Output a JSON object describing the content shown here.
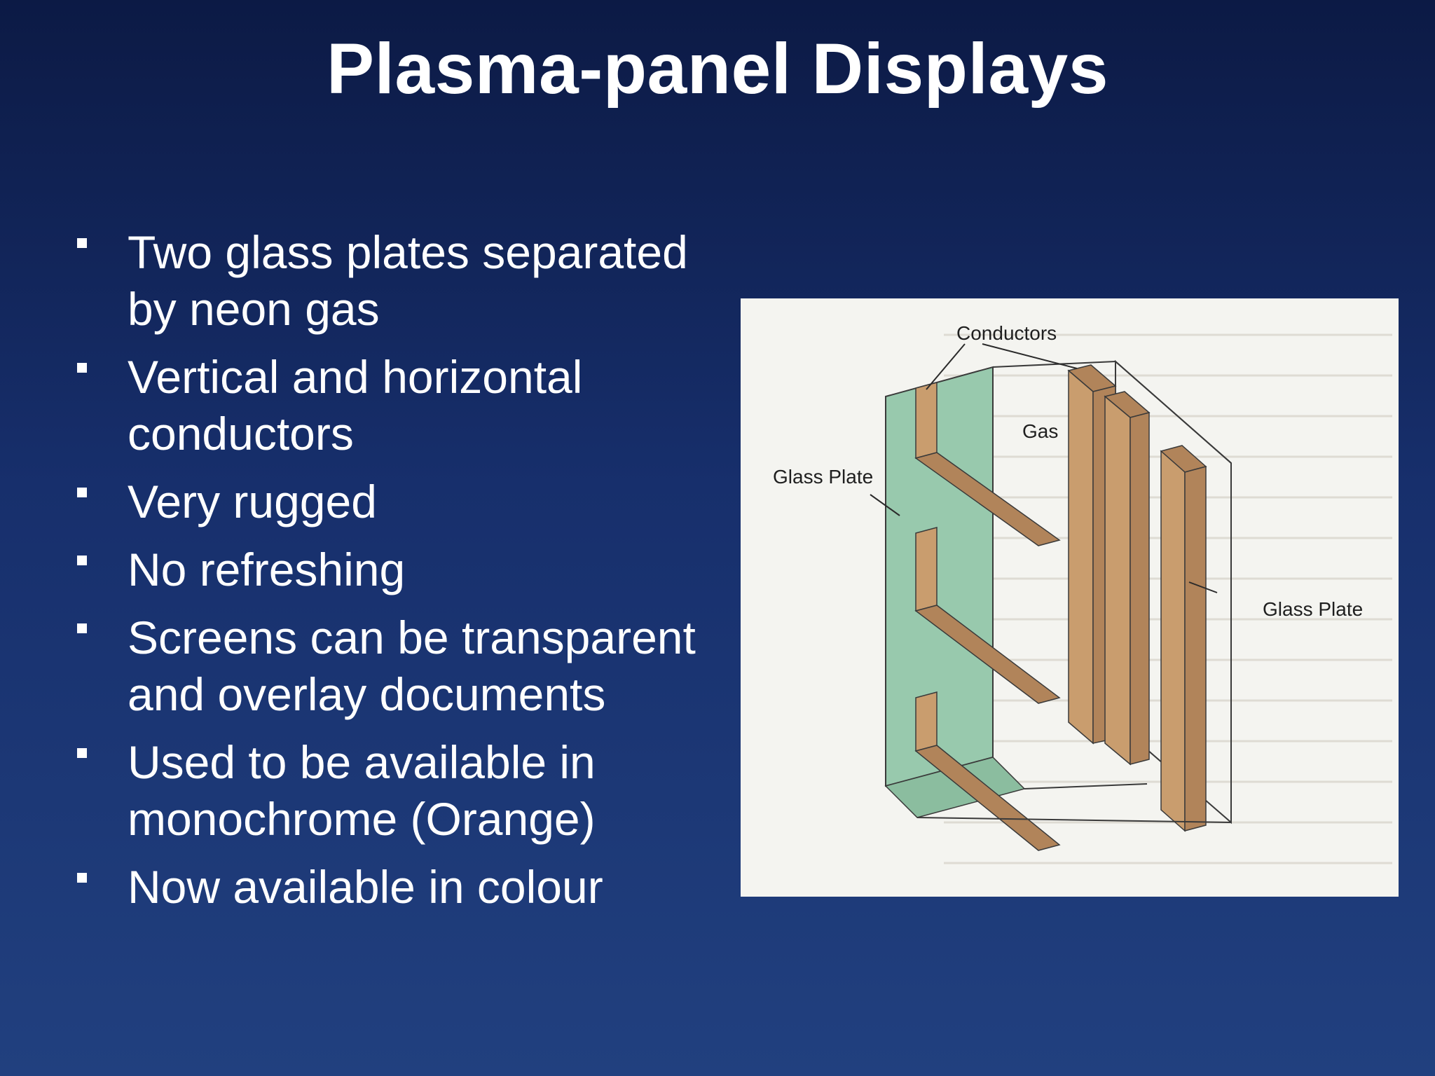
{
  "slide": {
    "title": "Plasma-panel Displays",
    "bullets": [
      {
        "text": "Two glass plates separated by neon gas"
      },
      {
        "text": "Vertical and horizontal conductors"
      },
      {
        "text": "Very rugged"
      },
      {
        "text": "No refreshing"
      },
      {
        "text": "Screens can be transparent and overlay documents"
      },
      {
        "text": "Used to be available in monochrome (Orange)"
      },
      {
        "text": "Now available in colour"
      }
    ]
  },
  "figure": {
    "labels": {
      "conductors": "Conductors",
      "gas": "Gas",
      "glass_plate_left": "Glass Plate",
      "glass_plate_right": "Glass Plate"
    },
    "colors": {
      "glass": "#98c9ad",
      "conductor": "#c99d6e",
      "conductor_dark": "#b1845a"
    }
  }
}
